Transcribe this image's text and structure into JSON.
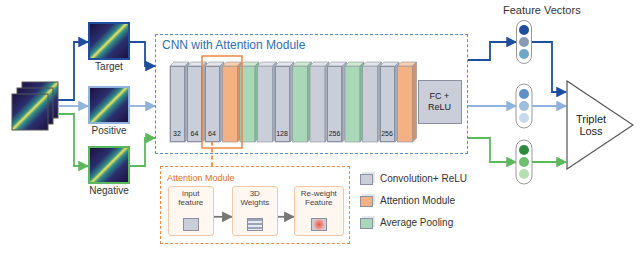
{
  "diagram": {
    "nodes": [
      {
        "text": [
          "Target"
        ]
      },
      {
        "text": [
          "Positive"
        ]
      },
      {
        "text": [
          "Negative"
        ]
      },
      {
        "text": [
          "CNN with Attention Module"
        ]
      },
      {
        "text": [
          "32"
        ],
        "in": 3
      },
      {
        "text": [
          "64"
        ],
        "in": 3
      },
      {
        "text": [
          "64"
        ],
        "in": 3
      },
      {
        "text": [
          "128"
        ],
        "in": 3
      },
      {
        "text": [
          "256"
        ],
        "in": 3
      },
      {
        "text": [
          "256"
        ],
        "in": 3
      },
      {
        "text": [
          "FC + ReLU"
        ],
        "in": 3
      },
      {
        "text": [
          "Attention Module"
        ]
      },
      {
        "text": [
          "input feature"
        ],
        "in": 11
      },
      {
        "text": [
          "3D Weights"
        ],
        "in": 11
      },
      {
        "text": [
          "Re-weight Feature"
        ],
        "in": 11
      },
      {
        "text": [
          "Feature Vectors"
        ]
      },
      {
        "text": [
          "Triplet Loss"
        ]
      }
    ],
    "edges": [
      {
        "from": 0,
        "to": 3,
        "arrow": "to"
      },
      {
        "from": 1,
        "to": 3,
        "arrow": "to"
      },
      {
        "from": 2,
        "to": 3,
        "arrow": "to"
      },
      {
        "from": 6,
        "to": 11,
        "arrow": "none"
      },
      {
        "from": 12,
        "to": 13,
        "arrow": "to"
      },
      {
        "from": 13,
        "to": 14,
        "arrow": "to"
      },
      {
        "from": 3,
        "to": 15,
        "arrow": "to"
      },
      {
        "from": 15,
        "to": 16,
        "arrow": "to"
      }
    ],
    "legend": [
      {
        "text": "Convolution+ ReLU",
        "color": "#c9ced8"
      },
      {
        "text": "Attention Module",
        "color": "#f4b183"
      },
      {
        "text": "Average Pooling",
        "color": "#a9d8b8"
      }
    ]
  }
}
